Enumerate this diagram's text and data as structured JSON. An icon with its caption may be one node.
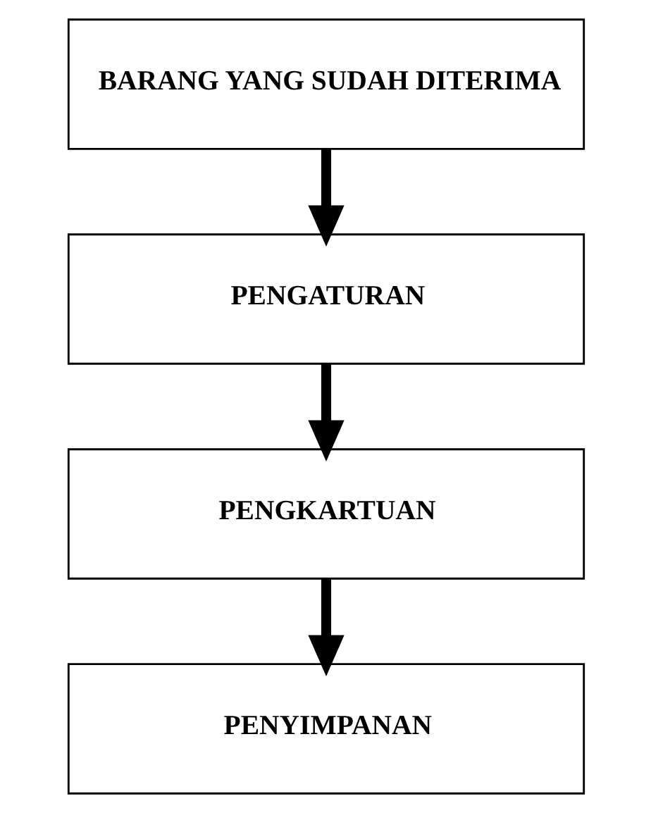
{
  "diagram": {
    "nodes": [
      {
        "text": [
          "BARANG YANG SUDAH DITERIMA"
        ]
      },
      {
        "text": [
          "PENGATURAN"
        ]
      },
      {
        "text": [
          "PENGKARTUAN"
        ]
      },
      {
        "text": [
          "PENYIMPANAN"
        ]
      }
    ],
    "edges": [
      {
        "from": 0,
        "to": 1,
        "arrow": "to"
      },
      {
        "from": 1,
        "to": 2,
        "arrow": "to"
      },
      {
        "from": 2,
        "to": 3,
        "arrow": "to"
      }
    ]
  }
}
